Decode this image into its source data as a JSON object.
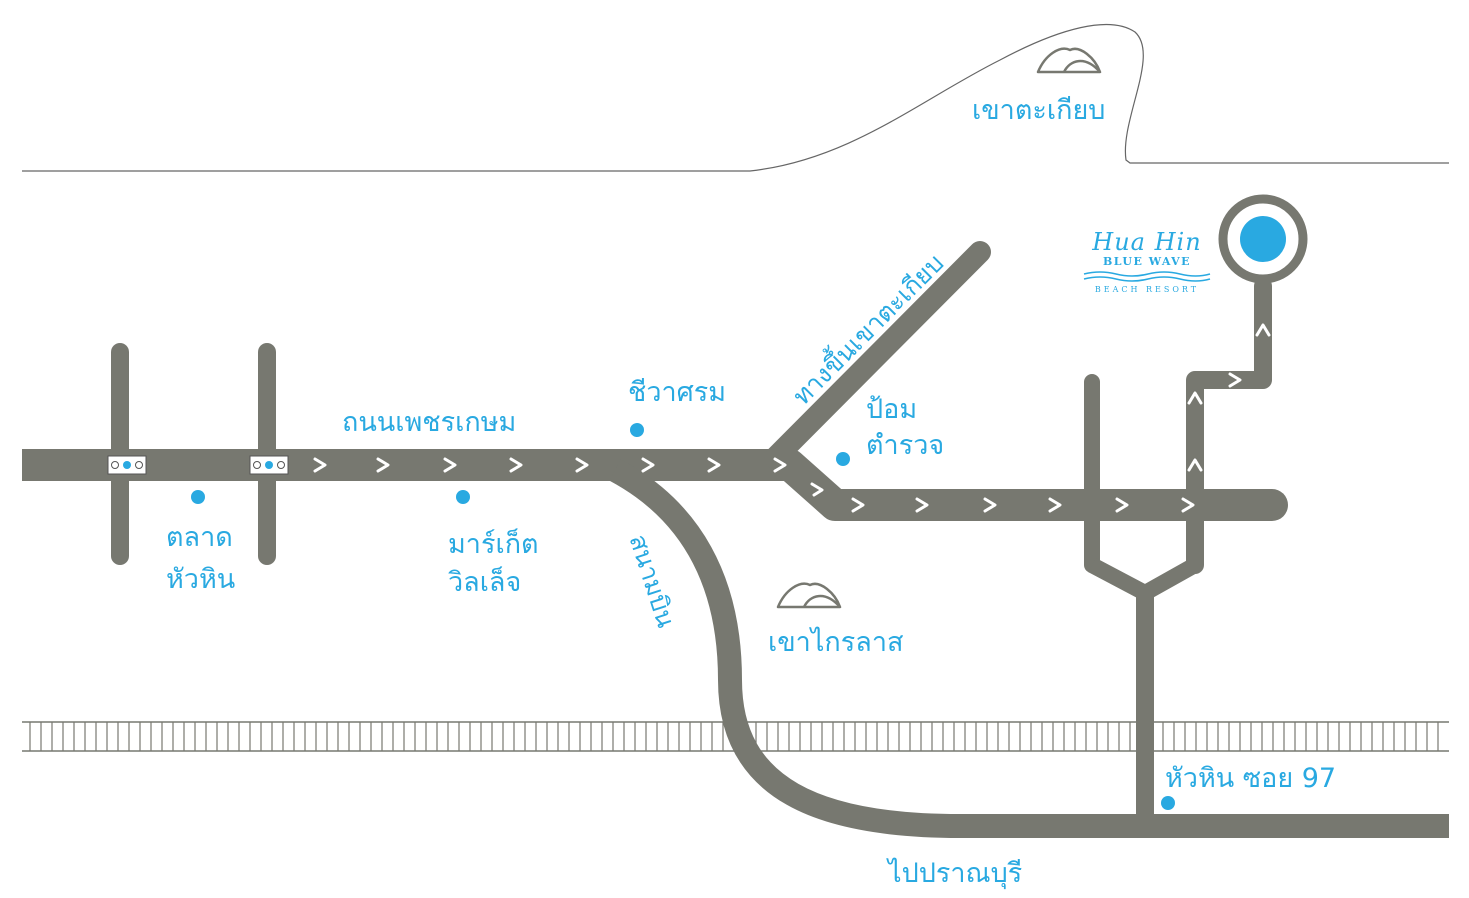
{
  "colors": {
    "road": "#777870",
    "accent": "#29a9e1",
    "outline": "#666666",
    "chevron": "#ffffff"
  },
  "labels": {
    "khao_takiab_top": "เขาตะเกียบ",
    "road_to_khao_takiab": "ทางขึ้นเขาตะเกียบ",
    "phetkasem_road": "ถนนเพชรเกษม",
    "chiwasom": "ชีวาศรม",
    "police_box_line1": "ป้อม",
    "police_box_line2": "ตำรวจ",
    "huahin_market_line1": "ตลาด",
    "huahin_market_line2": "หัวหิน",
    "market_village_line1": "มาร์เก็ต",
    "market_village_line2": "วิลเล็จ",
    "airport": "สนามบิน",
    "khao_krailas": "เขาไกรลาส",
    "soi_97": "หัวหิน ซอย 97",
    "to_pranburi": "ไปปราณบุรี"
  },
  "logo": {
    "line1": "Hua Hin",
    "line2": "BLUE WAVE",
    "line3": "BEACH RESORT"
  },
  "icons": [
    "traffic-light-icon",
    "mountain-icon",
    "destination-marker-icon",
    "chevron-right-icon",
    "chevron-up-icon",
    "railway-track"
  ]
}
